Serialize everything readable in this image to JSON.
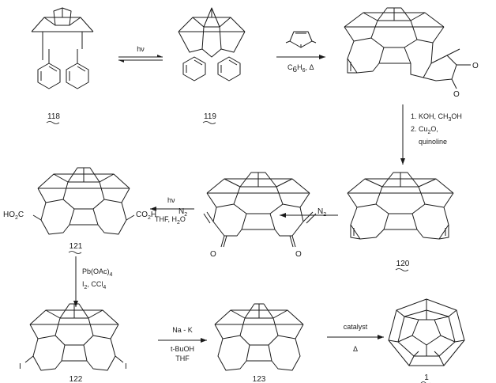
{
  "compounds": {
    "c118": "118",
    "c119": "119",
    "c120": "120",
    "c121": "121",
    "c122": "122",
    "c123": "123",
    "c1": "1"
  },
  "reagents": {
    "r1": "hν",
    "r2_line1": "C",
    "r2_sub1": "6",
    "r2_mid": "H",
    "r2_sub2": "6",
    "r2_tail": ", Δ",
    "r3_line1": "1.  KOH, CH",
    "r3_sub": "3",
    "r3_tail": "OH",
    "r3_line2": "2.  Cu",
    "r3_sub2": "2",
    "r3_tail2": "O,",
    "r3_line3": "quinoline",
    "r4_line1": "hν",
    "r4_line2": "THF, H",
    "r4_sub": "2",
    "r4_tail": "O",
    "r5_line1": "Pb(OAc)",
    "r5_sub1": "4",
    "r5_line2": "I",
    "r5_sub2": "2",
    "r5_tail": ", CCl",
    "r5_sub3": "4",
    "r6_line1": "Na - K",
    "r6_line2": "t-BuOH",
    "r6_line3": "THF",
    "r7_line1": "catalyst",
    "r7_line2": "Δ"
  },
  "labels": {
    "ho2c": "HO",
    "ho2c_sub": "2",
    "ho2c_tail": "C",
    "co2h": "CO",
    "co2h_sub": "2",
    "co2h_tail": "H",
    "n2_left": "N",
    "n2_left_sub": "2",
    "n2_right": "N",
    "n2_right_sub": "2",
    "o_left": "O",
    "o_right": "O",
    "o_anhydride1": "O",
    "o_anhydride2": "O",
    "iodo_left": "I",
    "iodo_right": "I"
  }
}
